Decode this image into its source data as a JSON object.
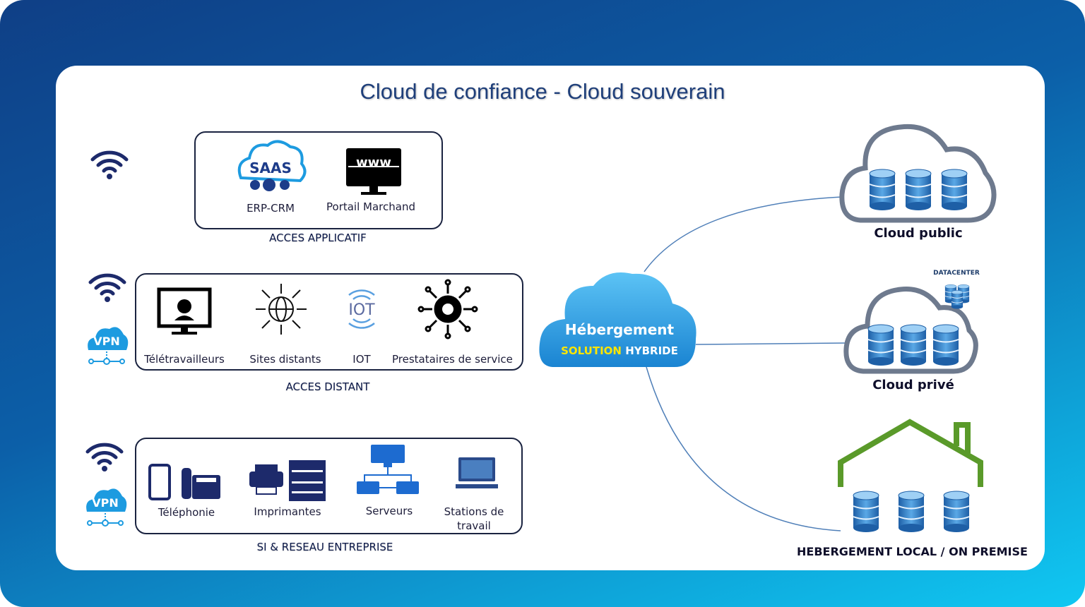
{
  "title": "Cloud de confiance - Cloud souverain",
  "sections": {
    "applicatif": {
      "label": "ACCES  APPLICATIF",
      "items": [
        {
          "label": "ERP-CRM",
          "icon": "saas-cloud-icon",
          "icon_text": "SAAS"
        },
        {
          "label": "Portail Marchand",
          "icon": "www-monitor-icon",
          "icon_text": "www"
        }
      ]
    },
    "distant": {
      "label": "ACCES DISTANT",
      "items": [
        {
          "label": "Télétravailleurs",
          "icon": "teleworker-monitor-icon"
        },
        {
          "label": "Sites distants",
          "icon": "globe-arrows-icon"
        },
        {
          "label": "IOT",
          "icon": "iot-icon",
          "icon_text": "IOT"
        },
        {
          "label": "Prestataires de service",
          "icon": "gear-network-icon"
        }
      ]
    },
    "entreprise": {
      "label": "SI & RESEAU ENTREPRISE",
      "items": [
        {
          "label": "Téléphonie",
          "icon": "phone-icon"
        },
        {
          "label": "Imprimantes",
          "icon": "printer-icon"
        },
        {
          "label": "Serveurs",
          "icon": "server-network-icon"
        },
        {
          "label": "Stations de",
          "label2": "travail",
          "icon": "workstation-icon"
        }
      ]
    }
  },
  "vpn_text": "VPN",
  "hub": {
    "title": "Hébergement",
    "subtitle_highlight": "SOLUTION",
    "subtitle_rest": " HYBRIDE"
  },
  "targets": {
    "public": "Cloud public",
    "private": "Cloud privé",
    "datacenter": "DATACENTER",
    "local": "HEBERGEMENT LOCAL / ON PREMISE"
  },
  "colors": {
    "title": "#1f3f7a",
    "hub_blue": "#1e8fd8",
    "highlight": "#ffe600",
    "db_blue": "#2f7fc6",
    "house_green": "#5a9a2a",
    "vpn_blue": "#1d9be0"
  }
}
